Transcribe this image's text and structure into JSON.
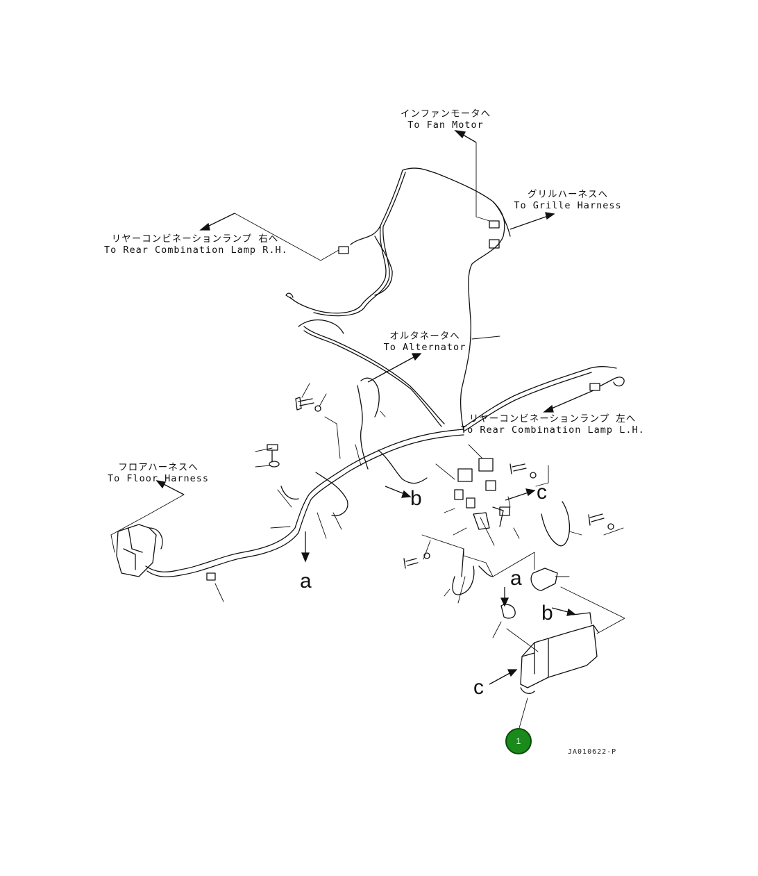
{
  "labels": {
    "fan_motor": {
      "jp": "インファンモータへ",
      "en": "To Fan Motor"
    },
    "grille_harness": {
      "jp": "グリルハーネスへ",
      "en": "To Grille Harness"
    },
    "rear_lamp_rh": {
      "jp": "リヤーコンビネーションランプ 右へ",
      "en": "To Rear Combination Lamp R.H."
    },
    "alternator": {
      "jp": "オルタネータへ",
      "en": "To Alternator"
    },
    "rear_lamp_lh": {
      "jp": "リヤーコンビネーションランプ 左へ",
      "en": "To Rear Combination Lamp L.H."
    },
    "floor_harness": {
      "jp": "フロアハーネスへ",
      "en": "To Floor Harness"
    }
  },
  "connection_letters": {
    "a": "a",
    "b": "b",
    "c": "c"
  },
  "drawing_code": "JA010622-P",
  "callouts": [
    {
      "label": "1"
    }
  ],
  "colors": {
    "line": "#111111",
    "callout_fill": "#1a8a1a",
    "callout_border": "#0a4d0a"
  }
}
